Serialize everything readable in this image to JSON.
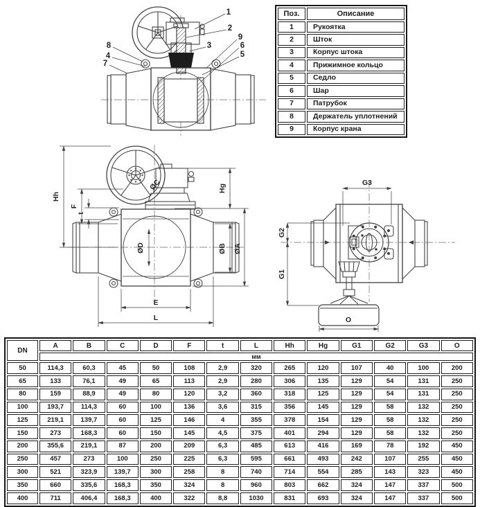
{
  "page": {
    "background": "#ffffff",
    "line_color": "#3f3f3f",
    "text_color": "#1f1f1f"
  },
  "parts_table": {
    "headers": {
      "pos": "Поз.",
      "description": "Описание"
    },
    "rows": [
      {
        "pos": "1",
        "description": "Рукоятка"
      },
      {
        "pos": "2",
        "description": "Шток"
      },
      {
        "pos": "3",
        "description": "Корпус штока"
      },
      {
        "pos": "4",
        "description": "Прижимное кольцо"
      },
      {
        "pos": "5",
        "description": "Седло"
      },
      {
        "pos": "6",
        "description": "Шар"
      },
      {
        "pos": "7",
        "description": "Патрубок"
      },
      {
        "pos": "8",
        "description": "Держатель уплотнений"
      },
      {
        "pos": "9",
        "description": "Корпус крана"
      }
    ]
  },
  "section_view": {
    "callouts": {
      "c1": "1",
      "c2": "2",
      "c3": "3",
      "c4": "4",
      "c5": "5",
      "c6": "6",
      "c7": "7",
      "c8": "8",
      "c9": "9"
    }
  },
  "front_view": {
    "labels": {
      "hh": "Hh",
      "f": "F",
      "t": "t",
      "oc": "ØC",
      "hg": "Hg",
      "od": "ØD",
      "ob": "ØB",
      "oa": "ØA",
      "e": "E",
      "l": "L"
    }
  },
  "side_view": {
    "labels": {
      "g3": "G3",
      "g2": "G2",
      "g1": "G1",
      "o": "O"
    }
  },
  "dimensions_table": {
    "columns": [
      "DN",
      "A",
      "B",
      "C",
      "D",
      "F",
      "t",
      "L",
      "Hh",
      "Hg",
      "G1",
      "G2",
      "G3",
      "O"
    ],
    "unit": "мм",
    "rows": [
      [
        "50",
        "114,3",
        "60,3",
        "45",
        "50",
        "108",
        "2,9",
        "320",
        "265",
        "120",
        "107",
        "40",
        "100",
        "200"
      ],
      [
        "65",
        "133",
        "76,1",
        "49",
        "65",
        "113",
        "2,9",
        "280",
        "306",
        "135",
        "129",
        "54",
        "131",
        "250"
      ],
      [
        "80",
        "159",
        "88,9",
        "49",
        "80",
        "120",
        "3,2",
        "360",
        "318",
        "125",
        "129",
        "54",
        "131",
        "250"
      ],
      [
        "100",
        "193,7",
        "114,3",
        "60",
        "100",
        "136",
        "3,6",
        "315",
        "356",
        "145",
        "129",
        "58",
        "132",
        "250"
      ],
      [
        "125",
        "219,1",
        "139,7",
        "60",
        "125",
        "146",
        "4",
        "355",
        "378",
        "154",
        "129",
        "58",
        "132",
        "250"
      ],
      [
        "150",
        "273",
        "168,3",
        "60",
        "150",
        "145",
        "4,5",
        "375",
        "401",
        "294",
        "129",
        "58",
        "132",
        "250"
      ],
      [
        "200",
        "355,6",
        "219,1",
        "87",
        "200",
        "209",
        "6,3",
        "485",
        "613",
        "416",
        "169",
        "78",
        "192",
        "450"
      ],
      [
        "250",
        "457",
        "273",
        "100",
        "250",
        "225",
        "6,3",
        "595",
        "661",
        "493",
        "242",
        "107",
        "255",
        "450"
      ],
      [
        "300",
        "521",
        "323,9",
        "139,7",
        "300",
        "258",
        "8",
        "740",
        "714",
        "554",
        "285",
        "143",
        "323",
        "450"
      ],
      [
        "350",
        "660",
        "335,6",
        "168,3",
        "350",
        "324",
        "8",
        "960",
        "803",
        "662",
        "324",
        "147",
        "337",
        "500"
      ],
      [
        "400",
        "711",
        "406,4",
        "168,3",
        "400",
        "322",
        "8,8",
        "1030",
        "831",
        "693",
        "324",
        "147",
        "337",
        "500"
      ]
    ]
  }
}
